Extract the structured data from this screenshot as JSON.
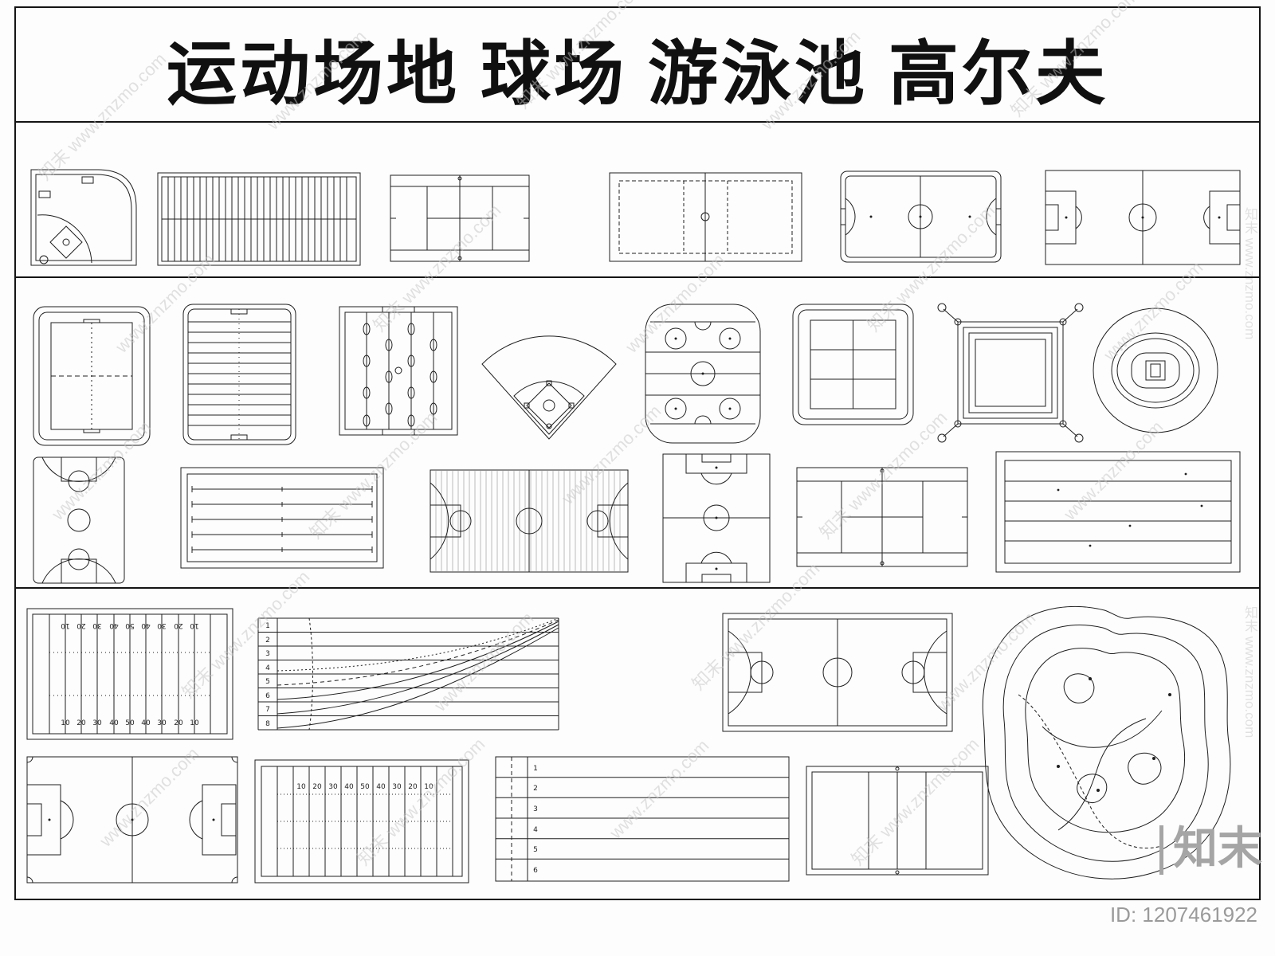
{
  "page": {
    "title": "运动场地 球场 游泳池 高尔夫",
    "watermark_text": "知末 www.znzmo.com",
    "watermark_url": "www.znzmo.com",
    "brand": "知末",
    "id_label": "ID: 1207461922"
  },
  "numbers": {
    "football_yards": [
      "10",
      "20",
      "30",
      "40",
      "50",
      "40",
      "30",
      "20",
      "10"
    ],
    "track_lanes": [
      "1",
      "2",
      "3",
      "4",
      "5",
      "6",
      "7",
      "8"
    ],
    "list_lanes": [
      "1",
      "2",
      "3",
      "4",
      "5",
      "6"
    ]
  }
}
